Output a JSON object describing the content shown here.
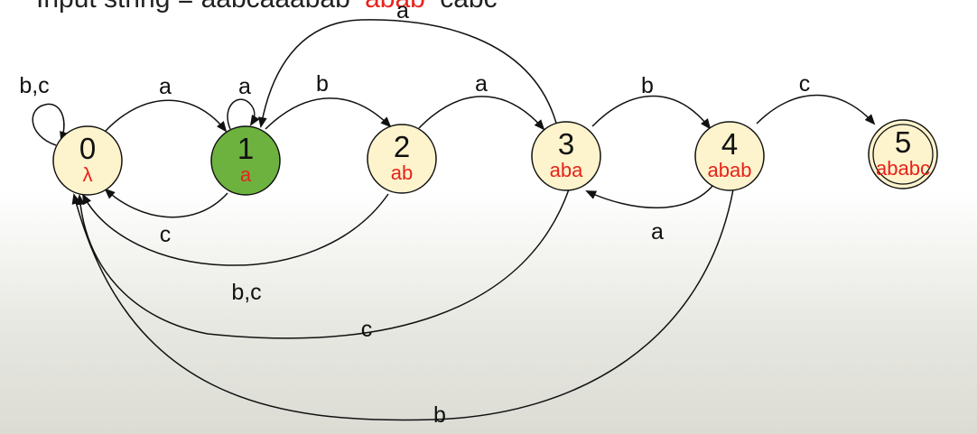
{
  "header": {
    "text": "Input string = aabcaaabab",
    "highlight": "abab",
    "suffix": "cabc"
  },
  "colors": {
    "state_fill": "#fdf3cc",
    "active_fill": "#6db23f",
    "stroke": "#111111",
    "string_color": "#e8231b"
  },
  "states": [
    {
      "id": "0",
      "string": "λ",
      "active": false,
      "accepting": false
    },
    {
      "id": "1",
      "string": "a",
      "active": true,
      "accepting": false
    },
    {
      "id": "2",
      "string": "ab",
      "active": false,
      "accepting": false
    },
    {
      "id": "3",
      "string": "aba",
      "active": false,
      "accepting": false
    },
    {
      "id": "4",
      "string": "abab",
      "active": false,
      "accepting": false
    },
    {
      "id": "5",
      "string": "ababc",
      "active": false,
      "accepting": true
    }
  ],
  "transitions": [
    {
      "from": "0",
      "to": "0",
      "label": "b,c"
    },
    {
      "from": "0",
      "to": "1",
      "label": "a"
    },
    {
      "from": "1",
      "to": "1",
      "label": "a"
    },
    {
      "from": "1",
      "to": "2",
      "label": "b"
    },
    {
      "from": "2",
      "to": "3",
      "label": "a"
    },
    {
      "from": "3",
      "to": "4",
      "label": "b"
    },
    {
      "from": "4",
      "to": "5",
      "label": "c"
    },
    {
      "from": "3",
      "to": "1",
      "label": "a"
    },
    {
      "from": "1",
      "to": "0",
      "label": "c"
    },
    {
      "from": "4",
      "to": "3",
      "label": "a"
    },
    {
      "from": "2",
      "to": "0",
      "label": "b,c"
    },
    {
      "from": "3",
      "to": "0",
      "label": "c"
    },
    {
      "from": "4",
      "to": "0",
      "label": "b"
    }
  ]
}
